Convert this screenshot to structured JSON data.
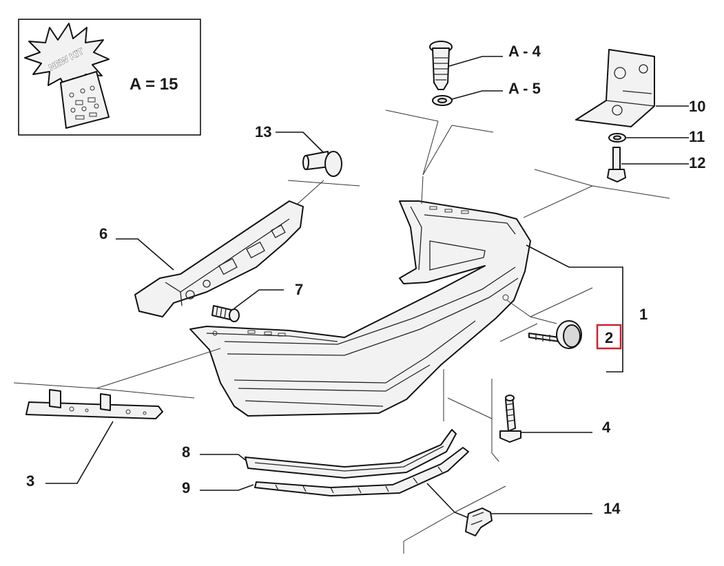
{
  "kit": {
    "badge_text": "NEW KIT",
    "label": "A = 15"
  },
  "callouts": {
    "c1": "1",
    "c2": "2",
    "c3": "3",
    "c4": "4",
    "c6": "6",
    "c7": "7",
    "c8": "8",
    "c9": "9",
    "c10": "10",
    "c11": "11",
    "c12": "12",
    "c13": "13",
    "c14": "14",
    "cA4": "A - 4",
    "cA5": "A - 5"
  },
  "highlight": {
    "part": "2",
    "color": "#d21f2a"
  }
}
